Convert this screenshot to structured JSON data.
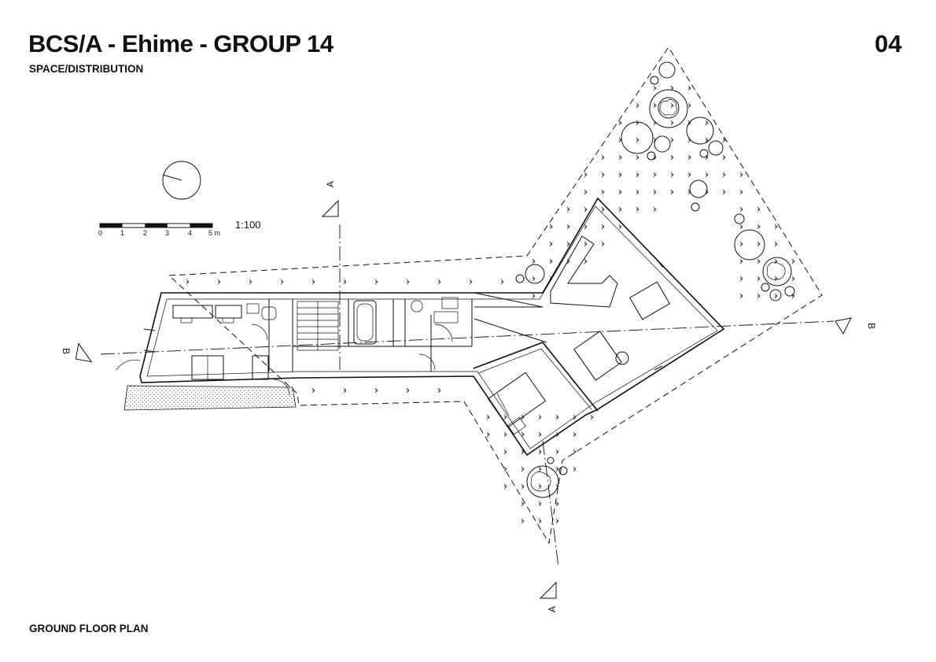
{
  "sheet": {
    "title": "BCS/A - Ehime - GROUP 14",
    "subtitle": "SPACE/DISTRIBUTION",
    "page_number": "04",
    "caption": "GROUND FLOOR PLAN"
  },
  "scale_bar": {
    "ticks": [
      "0",
      "1",
      "2",
      "3",
      "4",
      "5 m"
    ],
    "ratio": "1:100"
  },
  "section_markers": {
    "a_label": "A",
    "b_label": "B"
  }
}
